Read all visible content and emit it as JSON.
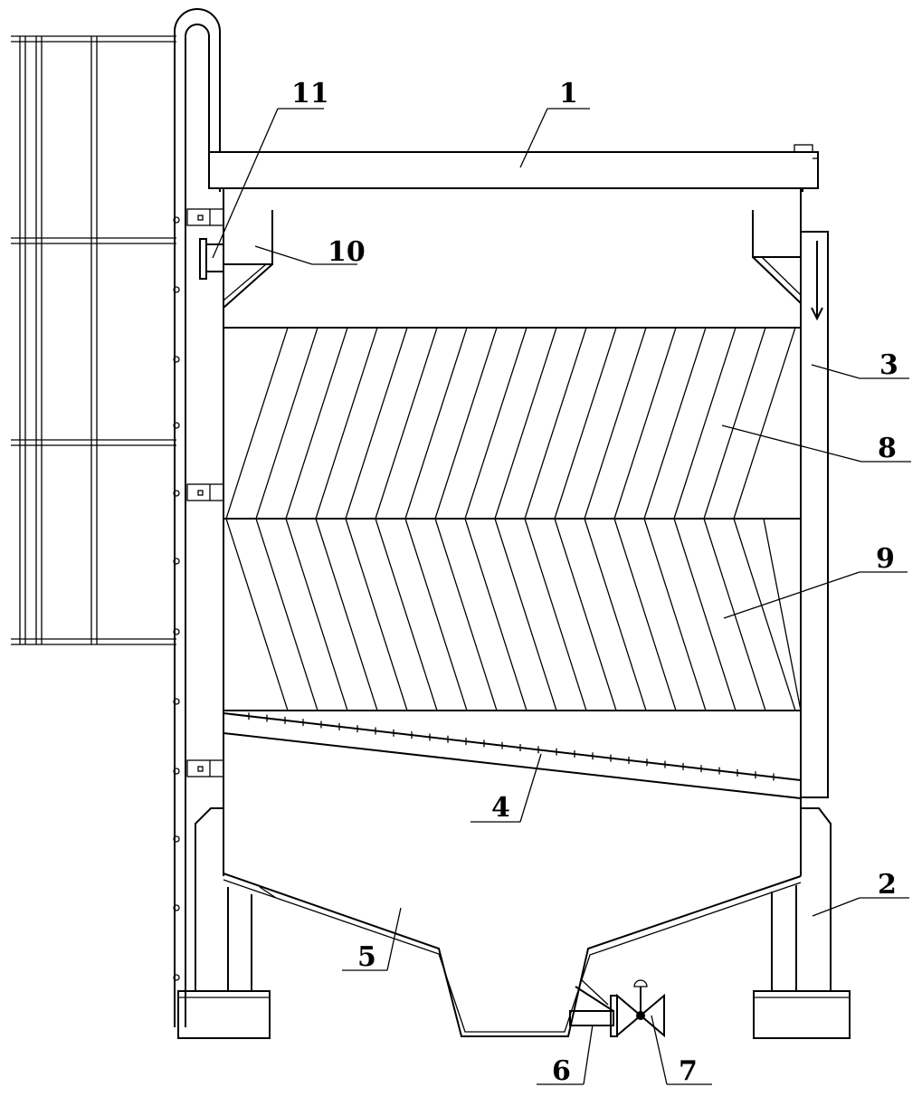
{
  "labels": {
    "l1": "1",
    "l2": "2",
    "l3": "3",
    "l4": "4",
    "l5": "5",
    "l6": "6",
    "l7": "7",
    "l8": "8",
    "l9": "9",
    "l10": "10",
    "l11": "11"
  },
  "colors": {
    "line": "#000000",
    "background": "#ffffff"
  }
}
